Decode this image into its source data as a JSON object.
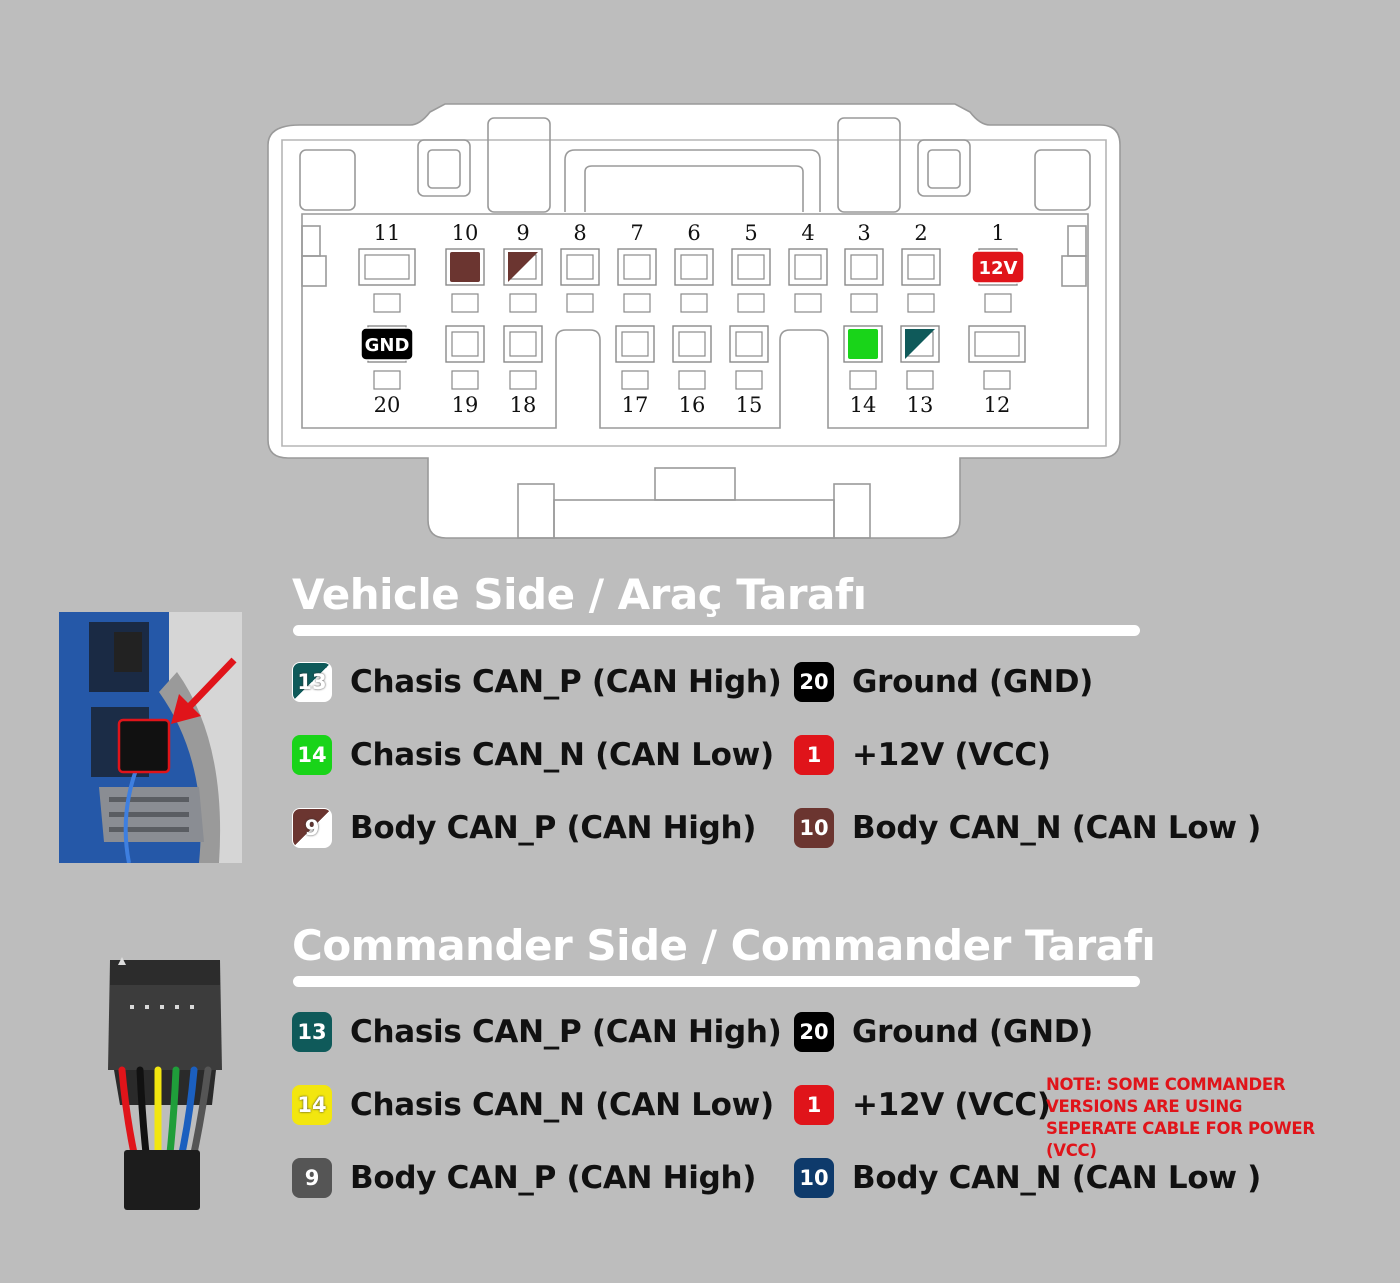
{
  "connector": {
    "top_row": [
      {
        "pin": "11",
        "fill": "",
        "tag": ""
      },
      {
        "pin": "10",
        "fill": "#6b3530",
        "tag": ""
      },
      {
        "pin": "9",
        "fill": "split-brown",
        "tag": ""
      },
      {
        "pin": "8",
        "fill": "",
        "tag": ""
      },
      {
        "pin": "7",
        "fill": "",
        "tag": ""
      },
      {
        "pin": "6",
        "fill": "",
        "tag": ""
      },
      {
        "pin": "5",
        "fill": "",
        "tag": ""
      },
      {
        "pin": "4",
        "fill": "",
        "tag": ""
      },
      {
        "pin": "3",
        "fill": "",
        "tag": ""
      },
      {
        "pin": "2",
        "fill": "",
        "tag": ""
      },
      {
        "pin": "1",
        "fill": "",
        "tag": "12V"
      }
    ],
    "bottom_row": [
      {
        "pin": "20",
        "fill": "",
        "tag": "GND"
      },
      {
        "pin": "19",
        "fill": "",
        "tag": ""
      },
      {
        "pin": "18",
        "fill": "",
        "tag": ""
      },
      {
        "pin": "17",
        "fill": "",
        "tag": ""
      },
      {
        "pin": "16",
        "fill": "",
        "tag": ""
      },
      {
        "pin": "15",
        "fill": "",
        "tag": ""
      },
      {
        "pin": "14",
        "fill": "#19d419",
        "tag": ""
      },
      {
        "pin": "13",
        "fill": "split-teal",
        "tag": ""
      },
      {
        "pin": "12",
        "fill": "",
        "tag": ""
      }
    ]
  },
  "vehicle_side": {
    "title": "Vehicle Side / Araç Tarafı",
    "left": [
      {
        "pin": "13",
        "label": "Chasis CAN_P (CAN High)",
        "color": "#0f5a5a",
        "split": true
      },
      {
        "pin": "14",
        "label": "Chasis CAN_N (CAN Low)",
        "color": "#19d419",
        "split": false
      },
      {
        "pin": "9",
        "label": "Body CAN_P (CAN High)",
        "color": "#6b3530",
        "split": true
      }
    ],
    "right": [
      {
        "pin": "20",
        "label": "Ground (GND)",
        "color": "#000000",
        "split": false
      },
      {
        "pin": "1",
        "label": "+12V (VCC)",
        "color": "#e0141a",
        "split": false
      },
      {
        "pin": "10",
        "label": "Body CAN_N (CAN Low )",
        "color": "#6b3530",
        "split": false
      }
    ]
  },
  "commander_side": {
    "title": "Commander Side / Commander Tarafı",
    "left": [
      {
        "pin": "13",
        "label": "Chasis CAN_P (CAN High)",
        "color": "#0f5a5a",
        "split": false
      },
      {
        "pin": "14",
        "label": "Chasis CAN_N (CAN Low)",
        "color": "#f2e60f",
        "split": false
      },
      {
        "pin": "9",
        "label": "Body CAN_P (CAN High)",
        "color": "#555555",
        "split": false
      }
    ],
    "right": [
      {
        "pin": "20",
        "label": "Ground (GND)",
        "color": "#000000",
        "split": false
      },
      {
        "pin": "1",
        "label": "+12V (VCC)",
        "color": "#e0141a",
        "split": false
      },
      {
        "pin": "10",
        "label": "Body CAN_N (CAN Low )",
        "color": "#0e3a6b",
        "split": false
      }
    ]
  },
  "note": "NOTE: SOME COMMANDER VERSIONS ARE USING SEPERATE CABLE FOR POWER (VCC)"
}
